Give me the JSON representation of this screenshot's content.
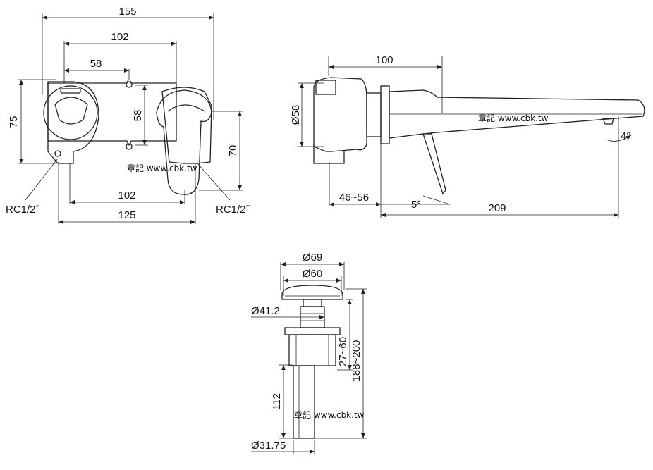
{
  "front_view": {
    "dim_155": "155",
    "dim_102_top": "102",
    "dim_58_top": "58",
    "dim_75": "75",
    "dim_58_mid": "58",
    "dim_70": "70",
    "dim_102_bottom": "102",
    "dim_125": "125",
    "rc_left": "RC1/2˝",
    "rc_right": "RC1/2˝"
  },
  "side_view": {
    "dim_100": "100",
    "dim_dia58": "Ø58",
    "dim_46_56": "46~56",
    "dim_5deg": "5°",
    "dim_209": "209",
    "dim_4deg": "4°"
  },
  "drain_view": {
    "dim_dia69": "Ø69",
    "dim_dia60": "Ø60",
    "dim_dia41_2": "Ø41.2",
    "dim_27_60": "27~60",
    "dim_188_200": "188~200",
    "dim_112": "112",
    "dim_dia31_75": "Ø31.75"
  },
  "watermarks": {
    "wm_front": "章記 www.cbk.tw",
    "wm_side": "章記 www.cbk.tw",
    "wm_drain": "章記 www.cbk.tw"
  }
}
